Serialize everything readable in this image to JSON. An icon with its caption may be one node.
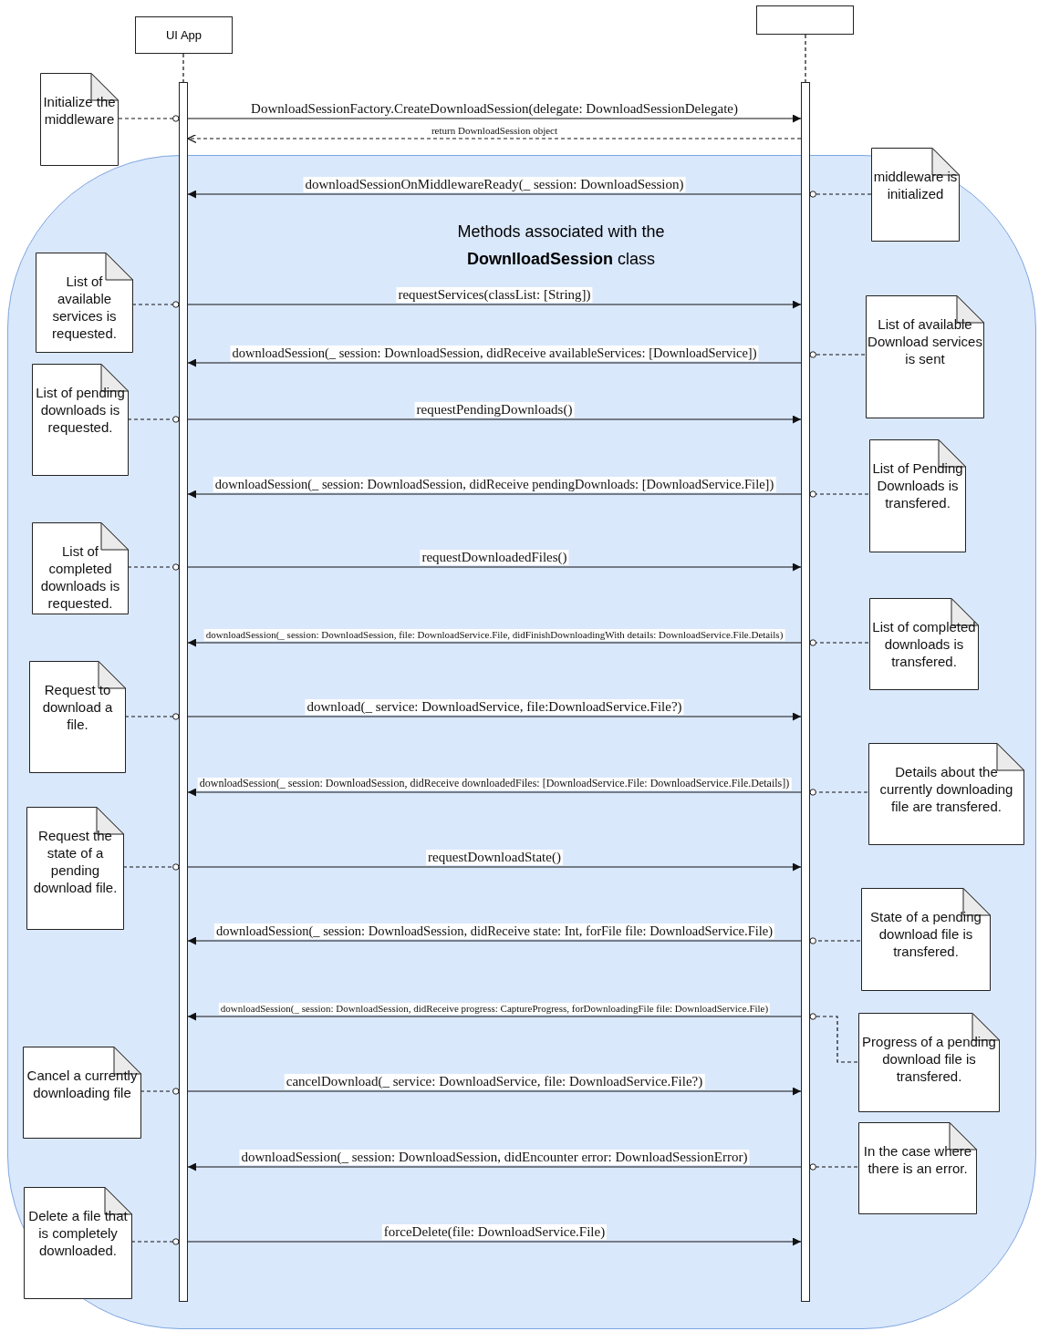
{
  "diagram": {
    "nodes": [
      {
        "text": [
          "UI App"
        ]
      },
      {
        "text": [],
        "shape": "box"
      },
      {
        "text": [],
        "shape": "bar"
      },
      {
        "text": [],
        "shape": "bar"
      },
      {
        "text": [
          "Initialize the middleware"
        ]
      },
      {
        "text": [
          "Methods associated with the **DownlloadSession** class"
        ]
      },
      {
        "text": [
          "middleware is initialized"
        ]
      },
      {
        "text": [
          "List of available services is requested."
        ],
        "in": 5
      },
      {
        "text": [
          "List of available Download services is sent"
        ],
        "in": 5
      },
      {
        "text": [
          "List of pending downloads is requested."
        ],
        "in": 5
      },
      {
        "text": [
          "List of Pending Downloads is transfered."
        ],
        "in": 5
      },
      {
        "text": [
          "List of completed downloads is requested."
        ],
        "in": 5
      },
      {
        "text": [
          "List of completed downloads is transfered."
        ],
        "in": 5
      },
      {
        "text": [
          "Request to download a file."
        ],
        "in": 5
      },
      {
        "text": [
          "Details about the currently downloading file are transfered."
        ],
        "in": 5
      },
      {
        "text": [
          "Request the state of a pending download file."
        ],
        "in": 5
      },
      {
        "text": [
          "State of a pending download file is transfered."
        ],
        "in": 5
      },
      {
        "text": [
          "Progress of a pending download file is transfered."
        ],
        "in": 5
      },
      {
        "text": [
          "Cancel a currently downloading file"
        ],
        "in": 5
      },
      {
        "text": [
          "In the case where there is an error."
        ],
        "in": 5
      },
      {
        "text": [
          "Delete a file that is completely downloaded."
        ],
        "in": 5
      }
    ],
    "edges": [
      {
        "from": 0,
        "to": 2,
        "arrow": "none",
        "style": "dashed"
      },
      {
        "from": 1,
        "to": 3,
        "arrow": "none",
        "style": "dashed"
      },
      {
        "from": 4,
        "to": 2,
        "arrow": "other",
        "style": "dashed"
      },
      {
        "from": 2,
        "to": 3,
        "arrow": "to",
        "label": "DownloadSessionFactory.CreateDownloadSession(delegate: DownloadSessionDelegate)"
      },
      {
        "from": 3,
        "to": 2,
        "arrow": "to",
        "style": "dashed",
        "label": "return DownloadSession object"
      },
      {
        "from": 6,
        "to": 3,
        "arrow": "other",
        "style": "dashed"
      },
      {
        "from": 3,
        "to": 2,
        "arrow": "to",
        "label": "downloadSessionOnMiddlewareReady(_ session: DownloadSession)"
      },
      {
        "from": 7,
        "to": 2,
        "arrow": "other",
        "style": "dashed"
      },
      {
        "from": 2,
        "to": 3,
        "arrow": "to",
        "label": "requestServices(classList: [String])"
      },
      {
        "from": 8,
        "to": 3,
        "arrow": "other",
        "style": "dashed"
      },
      {
        "from": 3,
        "to": 2,
        "arrow": "to",
        "label": "downloadSession(_ session: DownloadSession, didReceive availableServices: [DownloadService])"
      },
      {
        "from": 9,
        "to": 2,
        "arrow": "other",
        "style": "dashed"
      },
      {
        "from": 2,
        "to": 3,
        "arrow": "to",
        "label": "requestPendingDownloads()"
      },
      {
        "from": 10,
        "to": 3,
        "arrow": "other",
        "style": "dashed"
      },
      {
        "from": 3,
        "to": 2,
        "arrow": "to",
        "label": "downloadSession(_ session: DownloadSession, didReceive pendingDownloads: [DownloadService.File])"
      },
      {
        "from": 11,
        "to": 2,
        "arrow": "other",
        "style": "dashed"
      },
      {
        "from": 2,
        "to": 3,
        "arrow": "to",
        "label": "requestDownloadedFiles()"
      },
      {
        "from": 12,
        "to": 3,
        "arrow": "other",
        "style": "dashed"
      },
      {
        "from": 3,
        "to": 2,
        "arrow": "to",
        "label": "downloadSession(_ session: DownloadSession, file: DownloadService.File, didFinishDownloadingWith details: DownloadService.File.Details)"
      },
      {
        "from": 13,
        "to": 2,
        "arrow": "other",
        "style": "dashed"
      },
      {
        "from": 2,
        "to": 3,
        "arrow": "to",
        "label": "download(_ service: DownloadService, file:DownloadService.File?)"
      },
      {
        "from": 14,
        "to": 3,
        "arrow": "other",
        "style": "dashed"
      },
      {
        "from": 3,
        "to": 2,
        "arrow": "to",
        "label": "downloadSession(_ session: DownloadSession, didReceive downloadedFiles: [DownloadService.File: DownloadService.File.Details])"
      },
      {
        "from": 15,
        "to": 2,
        "arrow": "other",
        "style": "dashed"
      },
      {
        "from": 2,
        "to": 3,
        "arrow": "to",
        "label": "requestDownloadState()"
      },
      {
        "from": 16,
        "to": 3,
        "arrow": "other",
        "style": "dashed"
      },
      {
        "from": 3,
        "to": 2,
        "arrow": "to",
        "label": "downloadSession(_ session: DownloadSession, didReceive state: Int, forFile file: DownloadService.File)"
      },
      {
        "from": 17,
        "to": 3,
        "arrow": "other",
        "style": "dashed"
      },
      {
        "from": 3,
        "to": 2,
        "arrow": "to",
        "label": "downloadSession(_ session: DownloadSession, didReceive progress: CaptureProgress, forDownloadingFile file: DownloadService.File)"
      },
      {
        "from": 18,
        "to": 2,
        "arrow": "other",
        "style": "dashed"
      },
      {
        "from": 2,
        "to": 3,
        "arrow": "to",
        "label": "cancelDownload(_ service: DownloadService, file: DownloadService.File?)"
      },
      {
        "from": 19,
        "to": 3,
        "arrow": "other",
        "style": "dashed"
      },
      {
        "from": 3,
        "to": 2,
        "arrow": "to",
        "label": "downloadSession(_ session: DownloadSession, didEncounter error: DownloadSessionError)"
      },
      {
        "from": 20,
        "to": 2,
        "arrow": "other",
        "style": "dashed"
      },
      {
        "from": 2,
        "to": 3,
        "arrow": "to",
        "label": "forceDelete(file: DownloadService.File)"
      }
    ]
  }
}
